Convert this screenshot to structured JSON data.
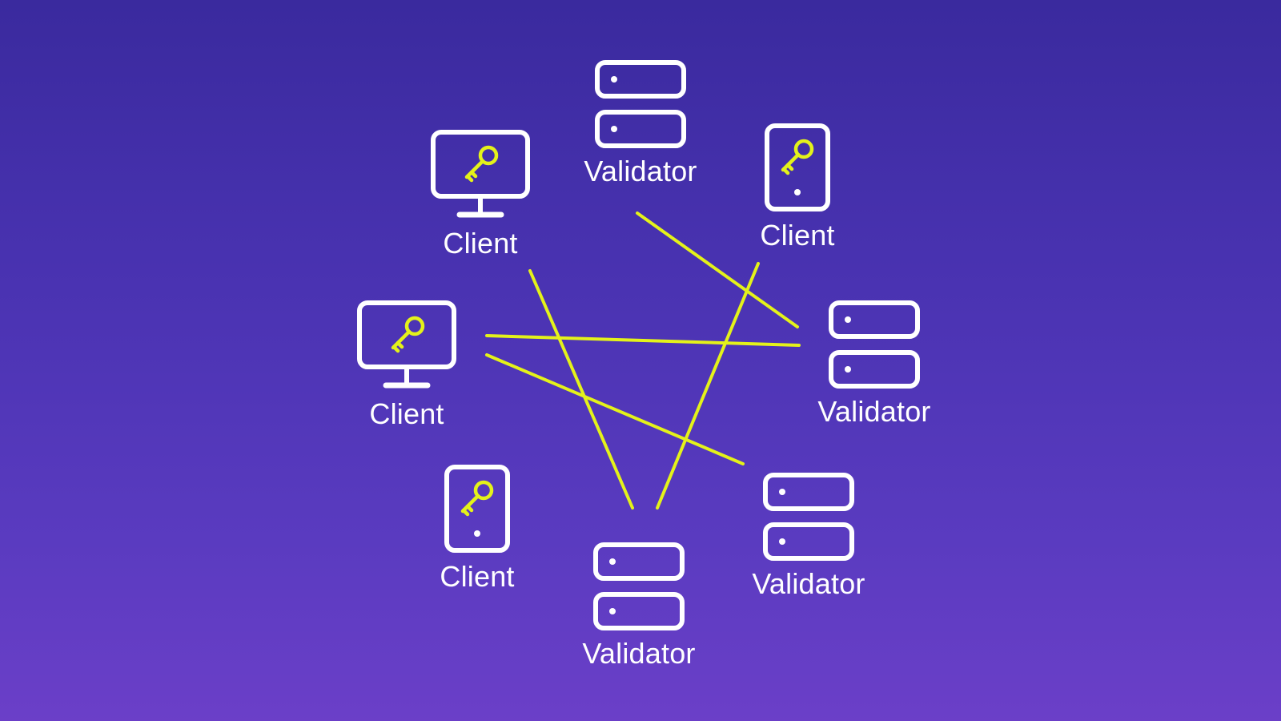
{
  "colors": {
    "background_top": "#3a2a9e",
    "background_bottom": "#6b3fc8",
    "icon_stroke": "#ffffff",
    "key_and_links": "#e4f21a"
  },
  "nodes": {
    "validator_top": {
      "label": "Validator",
      "icon": "server-icon"
    },
    "client_top_left": {
      "label": "Client",
      "icon": "desktop-key-icon"
    },
    "client_top_right": {
      "label": "Client",
      "icon": "phone-key-icon"
    },
    "client_mid_left": {
      "label": "Client",
      "icon": "desktop-key-icon"
    },
    "validator_right": {
      "label": "Validator",
      "icon": "server-icon"
    },
    "client_bot_left": {
      "label": "Client",
      "icon": "phone-key-icon"
    },
    "validator_bot_right": {
      "label": "Validator",
      "icon": "server-icon"
    },
    "validator_bottom": {
      "label": "Validator",
      "icon": "server-icon"
    }
  },
  "connections": [
    {
      "from": "validator_top",
      "to": "validator_right"
    },
    {
      "from": "client_top_left",
      "to": "validator_bottom"
    },
    {
      "from": "client_top_right",
      "to": "validator_bottom"
    },
    {
      "from": "client_mid_left",
      "to": "validator_right"
    },
    {
      "from": "client_mid_left",
      "to": "validator_bot_right"
    }
  ]
}
